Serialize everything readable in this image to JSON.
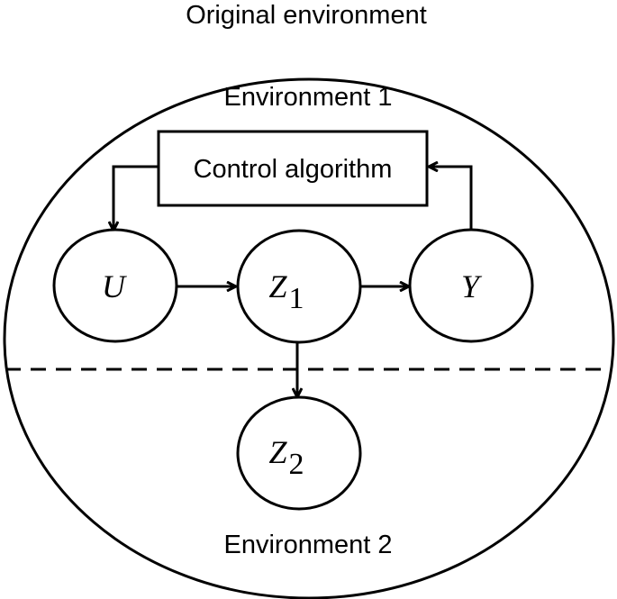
{
  "title": "Original environment",
  "environments": {
    "env1_label": "Environment 1",
    "env2_label": "Environment 2"
  },
  "controller": {
    "label": "Control algorithm"
  },
  "nodes": {
    "u": {
      "main": "U",
      "sub": ""
    },
    "z1": {
      "main": "Z",
      "sub": "1"
    },
    "y": {
      "main": "Y",
      "sub": ""
    },
    "z2": {
      "main": "Z",
      "sub": "2"
    }
  },
  "colors": {
    "stroke": "#000000",
    "background": "#ffffff"
  }
}
